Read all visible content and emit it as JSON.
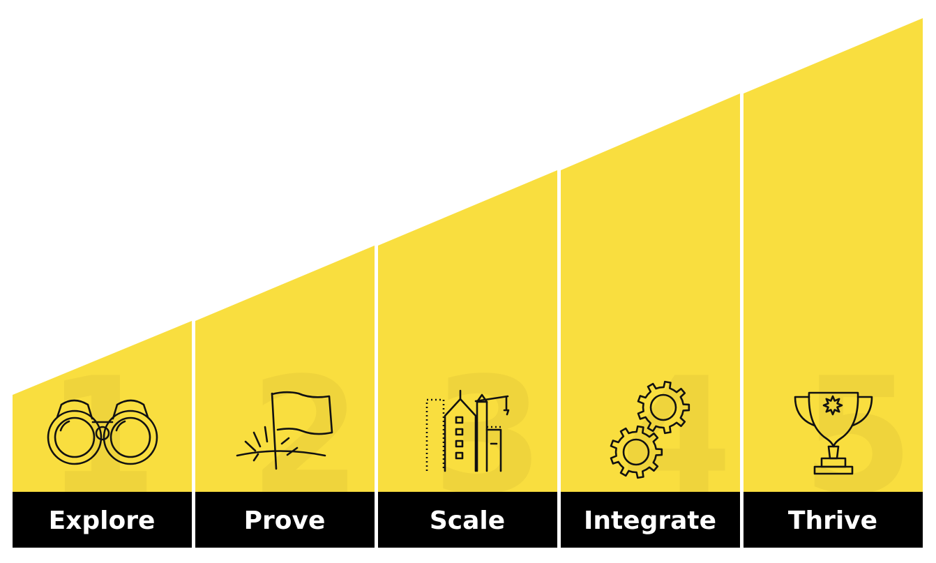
{
  "colors": {
    "accent": "#F9DE3F",
    "number_tint": "#EFD43C",
    "label_bar": "#000000",
    "label_text": "#FFFFFF",
    "icon_stroke": "#111111"
  },
  "stages": [
    {
      "number": "1",
      "label": "Explore",
      "icon": "binoculars-icon"
    },
    {
      "number": "2",
      "label": "Prove",
      "icon": "flag-icon"
    },
    {
      "number": "3",
      "label": "Scale",
      "icon": "building-crane-icon"
    },
    {
      "number": "4",
      "label": "Integrate",
      "icon": "gears-icon"
    },
    {
      "number": "5",
      "label": "Thrive",
      "icon": "trophy-icon"
    }
  ]
}
